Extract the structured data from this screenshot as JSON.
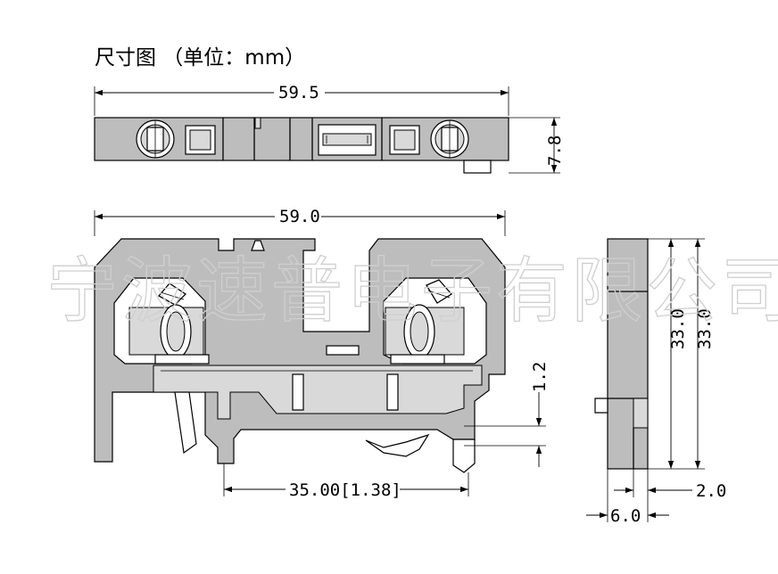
{
  "title": "尺寸图 （单位：mm）",
  "watermark": "宁波速普电子有限公司",
  "top_view": {
    "width": "59.5",
    "height": "7.8"
  },
  "front_view": {
    "width": "59.0",
    "rail_offset": "1.2",
    "rail_pitch": "35.00[1.38]"
  },
  "side_view": {
    "height_a": "33.0",
    "height_b": "33.0",
    "foot_gap": "2.0",
    "foot_width": "6.0"
  }
}
